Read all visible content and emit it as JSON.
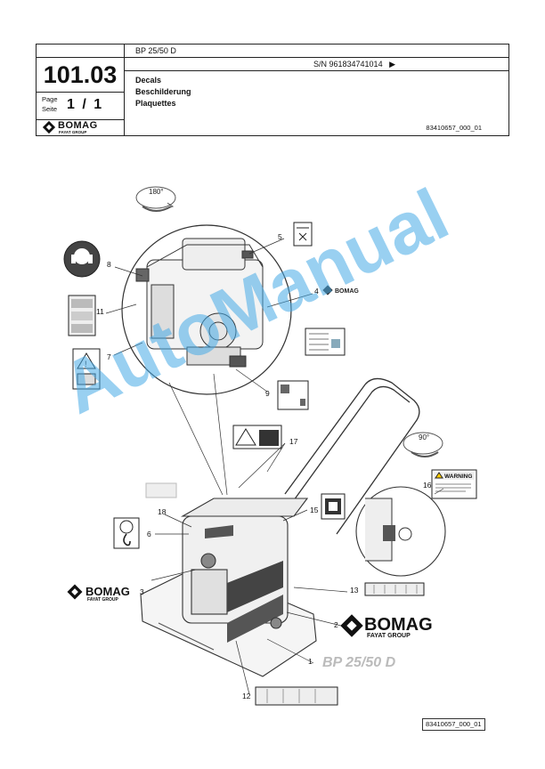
{
  "header": {
    "model": "BP 25/50 D",
    "serial": "S/N 961834741014",
    "serial_arrow": "▶",
    "section_number": "101.03",
    "page_label": "Page",
    "seite_label": "Seite",
    "page_value": "1 / 1",
    "brand": "BOMAG",
    "brand_sub": "FAYAT GROUP",
    "title_en": "Decals",
    "title_de": "Beschilderung",
    "title_fr": "Plaquettes",
    "doc_ref": "83410657_000_01"
  },
  "footer": {
    "doc_ref": "83410657_000_01"
  },
  "watermark": "AutoManual",
  "rotation_labels": {
    "top": "180°",
    "right": "90°"
  },
  "callouts": [
    "1",
    "2",
    "3",
    "4",
    "5",
    "6",
    "7",
    "8",
    "9",
    "11",
    "12",
    "13",
    "15",
    "16",
    "17",
    "18"
  ],
  "decals": {
    "warning_label": "WARNING",
    "model_decal": "BP 25/50 D",
    "brand_large": "BOMAG",
    "brand_large_sub": "FAYAT GROUP"
  }
}
